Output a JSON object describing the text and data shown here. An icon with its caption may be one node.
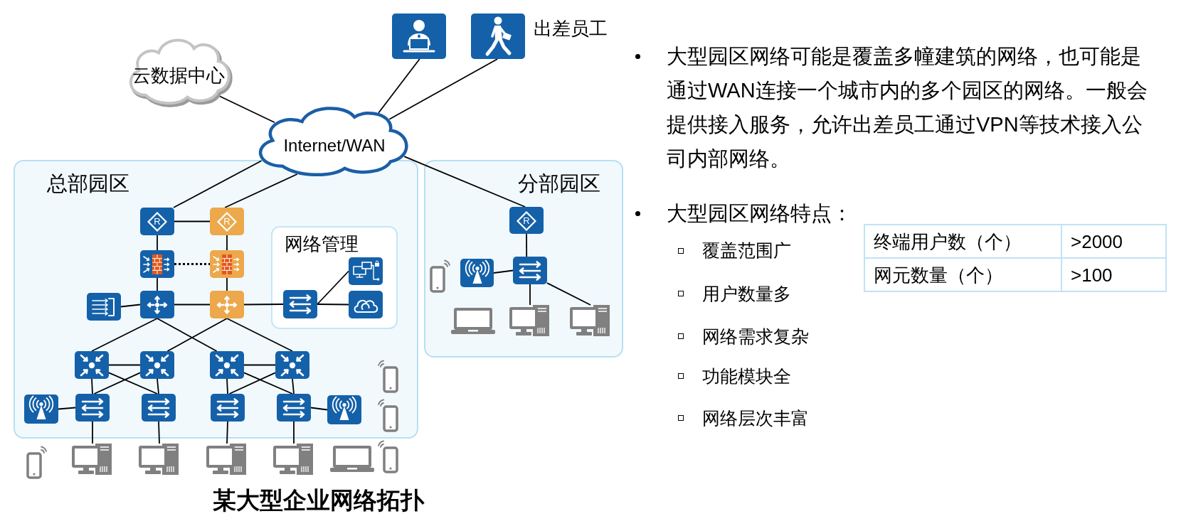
{
  "diagram": {
    "caption": "某大型企业网络拓扑",
    "nodes": [
      {
        "text": [
          "云数据中心"
        ]
      },
      {
        "text": [],
        "shape": "person"
      },
      {
        "text": [],
        "shape": "person",
        "beside": [
          "出差员工"
        ]
      },
      {
        "text": [
          "Internet/WAN"
        ]
      },
      {
        "text": [
          "总部园区"
        ]
      },
      {
        "text": [
          "分部园区"
        ]
      },
      {
        "text": [
          "R"
        ],
        "in": 4
      },
      {
        "text": [
          "R"
        ],
        "in": 4
      },
      {
        "text": [
          "R"
        ],
        "in": 5
      },
      {
        "text": [],
        "shape": "picture",
        "in": 4
      },
      {
        "text": [],
        "shape": "picture",
        "in": 4
      },
      {
        "text": [
          "网络管理"
        ],
        "in": 4
      },
      {
        "text": [],
        "shape": "picture",
        "in": 4
      },
      {
        "text": [],
        "shape": "picture",
        "in": 4
      },
      {
        "text": [],
        "shape": "picture",
        "in": 4
      },
      {
        "text": [],
        "shape": "picture",
        "in": 11
      },
      {
        "text": [],
        "shape": "picture",
        "in": 11
      },
      {
        "text": [],
        "shape": "picture",
        "in": 11
      },
      {
        "text": [],
        "shape": "picture",
        "in": 5
      },
      {
        "text": [],
        "shape": "picture",
        "in": 5
      },
      {
        "text": [],
        "shape": "picture",
        "in": 5
      },
      {
        "text": [],
        "shape": "picture",
        "in": 5
      },
      {
        "text": [],
        "shape": "picture",
        "in": 4
      },
      {
        "text": [],
        "shape": "picture",
        "in": 4
      },
      {
        "text": [],
        "shape": "picture",
        "in": 4
      },
      {
        "text": [],
        "shape": "picture",
        "in": 4
      },
      {
        "text": [],
        "shape": "picture",
        "in": 4
      },
      {
        "text": [],
        "shape": "picture",
        "in": 4
      },
      {
        "text": [],
        "shape": "picture",
        "in": 4
      },
      {
        "text": [],
        "shape": "picture",
        "in": 4
      },
      {
        "text": [],
        "shape": "picture",
        "in": 4
      },
      {
        "text": [],
        "shape": "picture",
        "in": 4
      },
      {
        "text": [],
        "shape": "picture"
      },
      {
        "text": [],
        "shape": "picture"
      },
      {
        "text": [],
        "shape": "picture"
      },
      {
        "text": [],
        "shape": "picture"
      }
    ],
    "edges": [
      {
        "from": 0,
        "to": 3,
        "arrow": "none"
      },
      {
        "from": 1,
        "to": 3,
        "arrow": "none"
      },
      {
        "from": 2,
        "to": 3,
        "arrow": "none"
      },
      {
        "from": 3,
        "to": 6,
        "arrow": "none"
      },
      {
        "from": 3,
        "to": 7,
        "arrow": "none"
      },
      {
        "from": 3,
        "to": 8,
        "arrow": "none"
      },
      {
        "from": 6,
        "to": 7,
        "arrow": "none"
      },
      {
        "from": 6,
        "to": 9,
        "arrow": "none"
      },
      {
        "from": 7,
        "to": 10,
        "arrow": "none"
      },
      {
        "from": 9,
        "to": 10,
        "arrow": "none",
        "style": "dashed"
      },
      {
        "from": 9,
        "to": 13,
        "arrow": "none"
      },
      {
        "from": 10,
        "to": 14,
        "arrow": "none"
      },
      {
        "from": 12,
        "to": 13,
        "arrow": "none"
      },
      {
        "from": 13,
        "to": 14,
        "arrow": "none"
      },
      {
        "from": 14,
        "to": 15,
        "arrow": "none"
      },
      {
        "from": 15,
        "to": 16,
        "arrow": "none"
      },
      {
        "from": 15,
        "to": 17,
        "arrow": "none"
      },
      {
        "from": 8,
        "to": 19,
        "arrow": "none"
      },
      {
        "from": 18,
        "to": 19,
        "arrow": "none"
      },
      {
        "from": 19,
        "to": 20,
        "arrow": "none"
      },
      {
        "from": 19,
        "to": 21,
        "arrow": "none"
      },
      {
        "from": 13,
        "to": 22,
        "arrow": "none"
      },
      {
        "from": 13,
        "to": 24,
        "arrow": "none"
      },
      {
        "from": 14,
        "to": 23,
        "arrow": "none"
      },
      {
        "from": 14,
        "to": 25,
        "arrow": "none"
      },
      {
        "from": 22,
        "to": 23,
        "arrow": "none"
      },
      {
        "from": 24,
        "to": 25,
        "arrow": "none"
      },
      {
        "from": 22,
        "to": 27,
        "arrow": "none"
      },
      {
        "from": 22,
        "to": 28,
        "arrow": "none"
      },
      {
        "from": 23,
        "to": 27,
        "arrow": "none"
      },
      {
        "from": 23,
        "to": 28,
        "arrow": "none"
      },
      {
        "from": 24,
        "to": 29,
        "arrow": "none"
      },
      {
        "from": 24,
        "to": 30,
        "arrow": "none"
      },
      {
        "from": 25,
        "to": 29,
        "arrow": "none"
      },
      {
        "from": 25,
        "to": 30,
        "arrow": "none"
      },
      {
        "from": 26,
        "to": 27,
        "arrow": "none"
      },
      {
        "from": 30,
        "to": 31,
        "arrow": "none"
      },
      {
        "from": 27,
        "to": 32,
        "arrow": "none"
      },
      {
        "from": 28,
        "to": 33,
        "arrow": "none"
      },
      {
        "from": 29,
        "to": 34,
        "arrow": "none"
      },
      {
        "from": 30,
        "to": 35,
        "arrow": "none"
      }
    ],
    "labels": [
      "大型园区网络可能是覆盖多幢建筑的网络，也可能是通过WAN连接一个城市内的多个园区的网络。一般会提供接入服务，允许出差员工通过VPN等技术接入公司内部网络。",
      "大型园区网络特点：",
      "终端用户数（个）",
      ">2000",
      "网元数量（个）",
      ">100",
      "覆盖范围广",
      "用户数量多",
      "网络需求复杂",
      "功能模块全",
      "网络层次丰富"
    ]
  }
}
